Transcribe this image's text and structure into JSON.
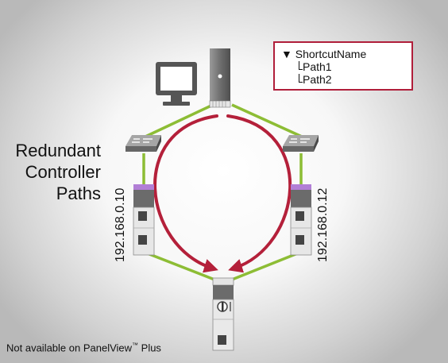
{
  "title_lines": [
    "Redundant",
    "Controller",
    "Paths"
  ],
  "left_ip": "192.168.0.10",
  "right_ip": "192.168.0.12",
  "footer": {
    "text": "Not available on PanelView",
    "tm": "™",
    "suffix": " Plus"
  },
  "legend": {
    "root_arrow": "▼",
    "root": "ShortcutName",
    "children": [
      "Path1",
      "Path2"
    ]
  },
  "colors": {
    "network": "#8dbd35",
    "path_arrow": "#b4203a",
    "legend_border": "#b01e3a",
    "controller_top": "#b27fd6"
  },
  "icons": [
    "computer-monitor-icon",
    "server-tower-icon",
    "network-switch-icon",
    "controller-rack-icon",
    "ethernet-port-icon"
  ]
}
